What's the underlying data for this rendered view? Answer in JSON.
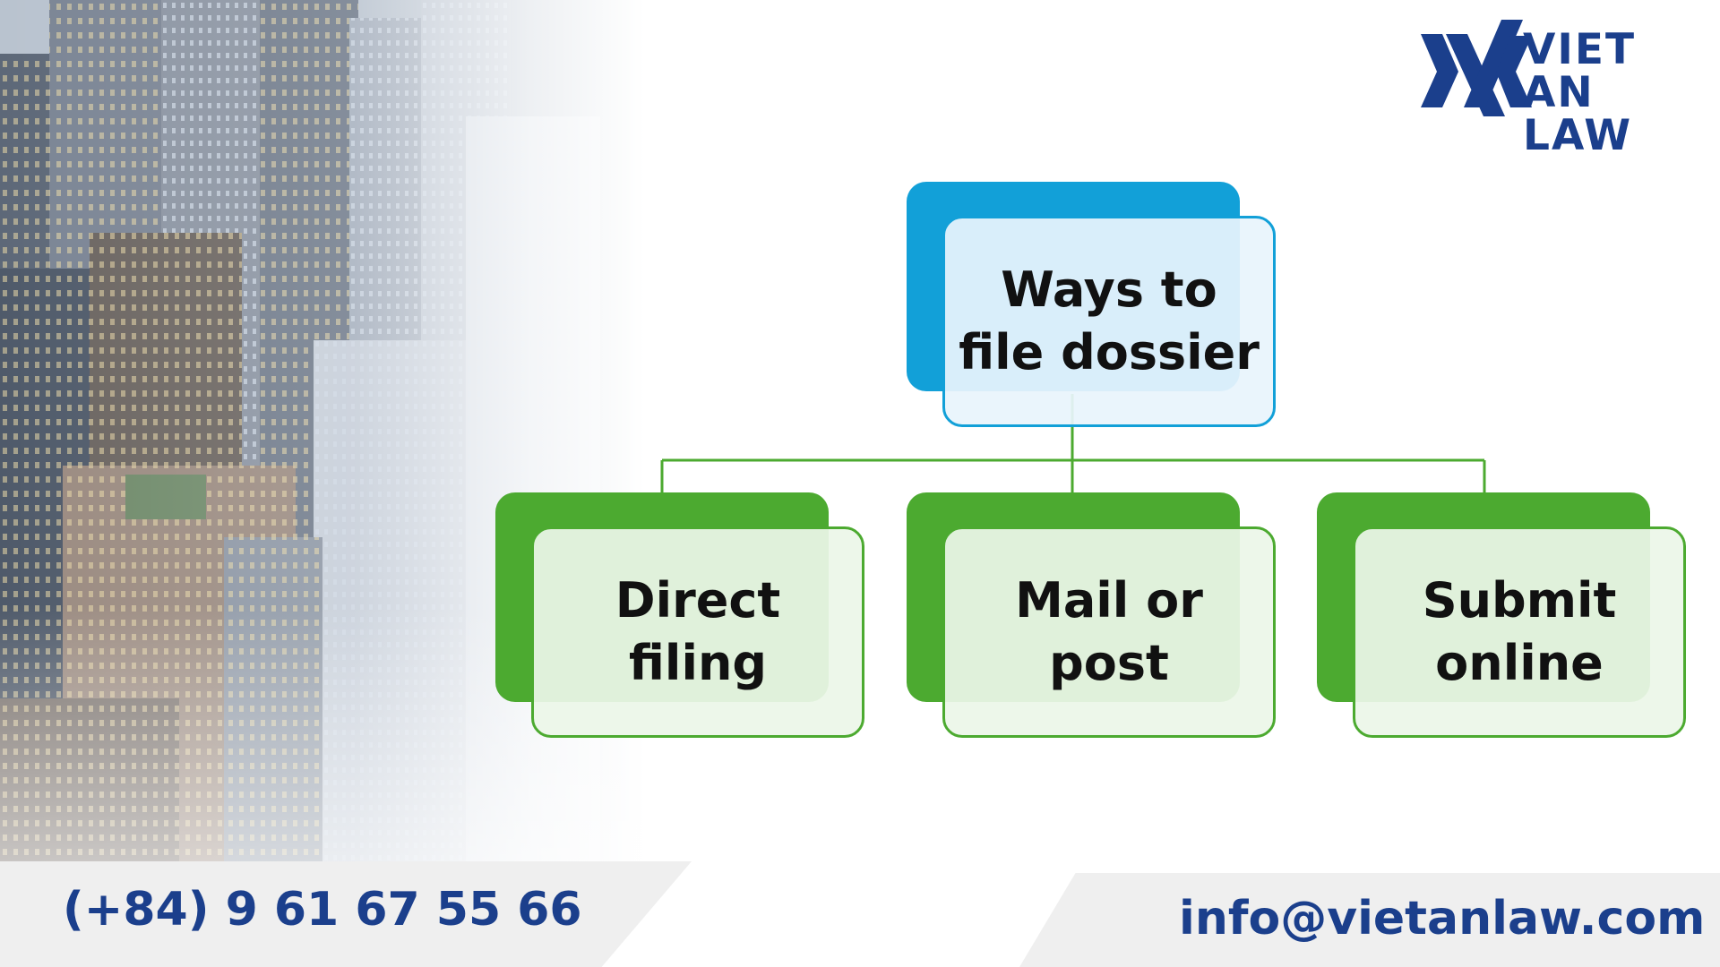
{
  "brand": {
    "name_line1": "VIET AN",
    "name_line2": "LAW",
    "color": "#1b3f8c",
    "logo_icon": "va-chevrons-logo-icon"
  },
  "diagram": {
    "root": {
      "label": "Ways to\nfile dossier",
      "color": "#12a0d8"
    },
    "children": [
      {
        "label": "Direct\nfiling",
        "color": "#4caa30"
      },
      {
        "label": "Mail or\npost",
        "color": "#4caa30"
      },
      {
        "label": "Submit\nonline",
        "color": "#4caa30"
      }
    ],
    "connector_color": "#4caa30"
  },
  "footer": {
    "phone": "(+84) 9 61 67 55 66",
    "email": "info@vietanlaw.com"
  }
}
